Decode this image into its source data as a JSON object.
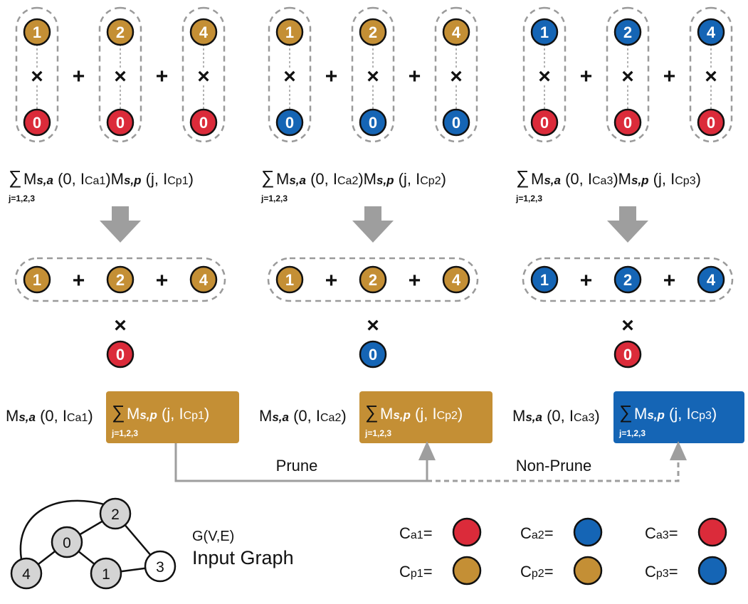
{
  "colors": {
    "gold": "#C48F35",
    "blue": "#1565B5",
    "red": "#DB2B3A",
    "arrow_gray": "#9E9E9E",
    "dash_gray": "#9A9A9A",
    "graph_node": "#D4D4D4"
  },
  "panels": [
    {
      "top_pairs": [
        {
          "a": "1",
          "b": "0"
        },
        {
          "a": "2",
          "b": "0"
        },
        {
          "a": "4",
          "b": "0"
        }
      ],
      "top_a_color": "gold",
      "top_b_colors": [
        "red",
        "red",
        "red"
      ],
      "times": "×",
      "plus": "+",
      "formula": {
        "sum": "∑",
        "m1": "M",
        "s1": "s,a",
        "arg1": "(0, I",
        "ci1": "Ca1",
        "close1": ")",
        "m2": "M",
        "s2": "s,p",
        "arg2": "(j, I",
        "ci2": "Cp1",
        "close2": ")",
        "j": "j=1,2,3"
      },
      "mid_nodes": [
        "1",
        "2",
        "4"
      ],
      "mid_color": "gold",
      "mid_bottom": "0",
      "mid_bottom_color": "red",
      "bottom": {
        "m": "M",
        "s": "s,a",
        "arg": "(0, I",
        "ci": "Ca1",
        "close": ")",
        "box": {
          "sum": "∑",
          "m": "M",
          "s": "s,p",
          "arg": "(j, I",
          "ci": "Cp1",
          "close": ")",
          "j": "j=1,2,3"
        },
        "box_color": "gold"
      }
    },
    {
      "top_pairs": [
        {
          "a": "1",
          "b": "0"
        },
        {
          "a": "2",
          "b": "0"
        },
        {
          "a": "4",
          "b": "0"
        }
      ],
      "top_a_color": "gold",
      "top_b_colors": [
        "blue",
        "blue",
        "blue"
      ],
      "times": "×",
      "plus": "+",
      "formula": {
        "sum": "∑",
        "m1": "M",
        "s1": "s,a",
        "arg1": "(0, I",
        "ci1": "Ca2",
        "close1": ")",
        "m2": "M",
        "s2": "s,p",
        "arg2": "(j, I",
        "ci2": "Cp2",
        "close2": ")",
        "j": "j=1,2,3"
      },
      "mid_nodes": [
        "1",
        "2",
        "4"
      ],
      "mid_color": "gold",
      "mid_bottom": "0",
      "mid_bottom_color": "blue",
      "bottom": {
        "m": "M",
        "s": "s,a",
        "arg": "(0, I",
        "ci": "Ca2",
        "close": ")",
        "box": {
          "sum": "∑",
          "m": "M",
          "s": "s,p",
          "arg": "(j, I",
          "ci": "Cp2",
          "close": ")",
          "j": "j=1,2,3"
        },
        "box_color": "gold"
      }
    },
    {
      "top_pairs": [
        {
          "a": "1",
          "b": "0"
        },
        {
          "a": "2",
          "b": "0"
        },
        {
          "a": "4",
          "b": "0"
        }
      ],
      "top_a_color": "blue",
      "top_b_colors": [
        "red",
        "red",
        "red"
      ],
      "times": "×",
      "plus": "+",
      "formula": {
        "sum": "∑",
        "m1": "M",
        "s1": "s,a",
        "arg1": "(0, I",
        "ci1": "Ca3",
        "close1": ")",
        "m2": "M",
        "s2": "s,p",
        "arg2": "(j, I",
        "ci2": "Cp3",
        "close2": ")",
        "j": "j=1,2,3"
      },
      "mid_nodes": [
        "1",
        "2",
        "4"
      ],
      "mid_color": "blue",
      "mid_bottom": "0",
      "mid_bottom_color": "red",
      "bottom": {
        "m": "M",
        "s": "s,a",
        "arg": "(0, I",
        "ci": "Ca3",
        "close": ")",
        "box": {
          "sum": "∑",
          "m": "M",
          "s": "s,p",
          "arg": "(j, I",
          "ci": "Cp3",
          "close": ")",
          "j": "j=1,2,3"
        },
        "box_color": "blue"
      }
    }
  ],
  "links": {
    "prune": "Prune",
    "non_prune": "Non-Prune"
  },
  "graph": {
    "title": "G(V,E)",
    "subtitle": "Input Graph",
    "nodes": [
      {
        "label": "0",
        "filled": true
      },
      {
        "label": "2",
        "filled": true
      },
      {
        "label": "4",
        "filled": true
      },
      {
        "label": "1",
        "filled": true
      },
      {
        "label": "3",
        "filled": false
      }
    ]
  },
  "legend": [
    {
      "c": "C",
      "sub": "a1",
      "eq": "=",
      "color": "red"
    },
    {
      "c": "C",
      "sub": "a2",
      "eq": "=",
      "color": "blue"
    },
    {
      "c": "C",
      "sub": "a3",
      "eq": "=",
      "color": "red"
    },
    {
      "c": "C",
      "sub": "p1",
      "eq": "=",
      "color": "gold"
    },
    {
      "c": "C",
      "sub": "p2",
      "eq": "=",
      "color": "gold"
    },
    {
      "c": "C",
      "sub": "p3",
      "eq": "=",
      "color": "blue"
    }
  ]
}
